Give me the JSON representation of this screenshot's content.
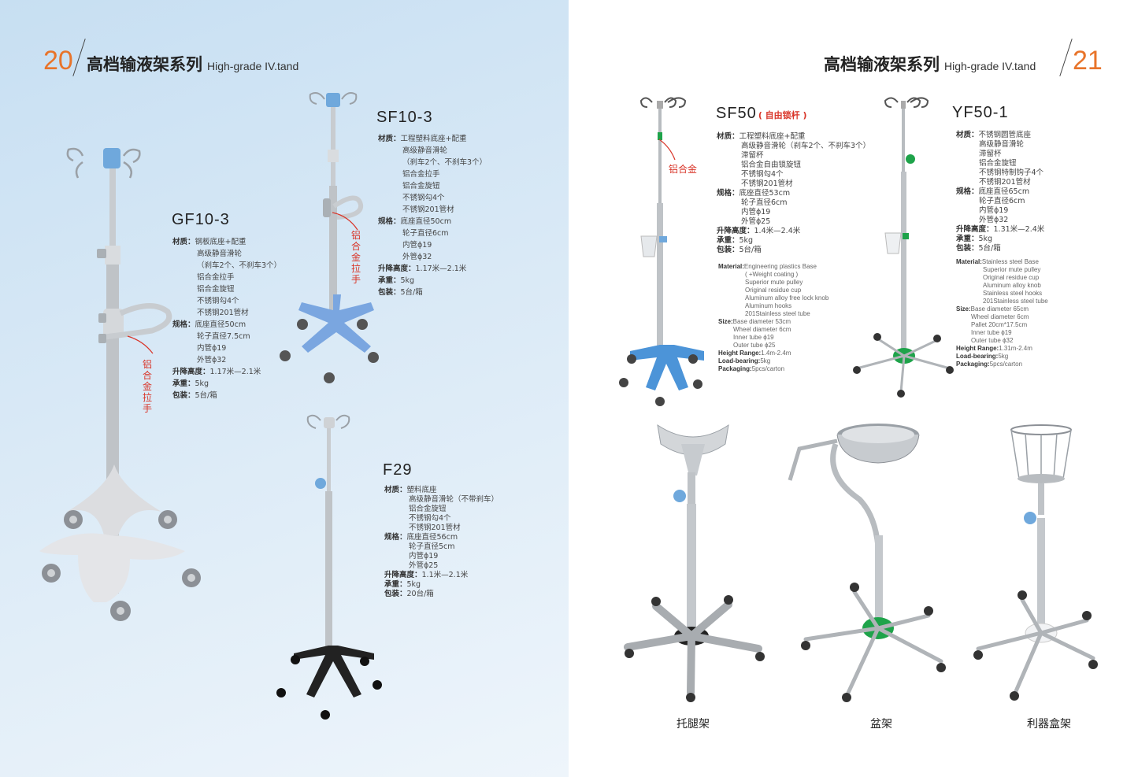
{
  "left_page": {
    "page_number": "20",
    "title_cn": "高档输液架系列",
    "title_en": "High-grade IV.tand"
  },
  "right_page": {
    "page_number": "21",
    "title_cn": "高档输液架系列",
    "title_en": "High-grade IV.tand"
  },
  "products": {
    "gf10_3": {
      "model": "GF10-3",
      "callout": "铝合金拉手",
      "material_key": "材质：",
      "material": [
        "钢板底座+配重",
        "高级静音滑轮",
        "（刹车2个、不刹车3个）",
        "铝合金拉手",
        "铝合金旋钮",
        "不锈钢勾4个",
        "不锈钢201管材"
      ],
      "spec_key": "规格：",
      "spec": [
        "底座直径50cm",
        "轮子直径7.5cm",
        "内管ϕ19",
        "外管ϕ32"
      ],
      "height_key": "升降高度：",
      "height": "1.17米—2.1米",
      "load_key": "承重：",
      "load": "5kg",
      "pack_key": "包装：",
      "pack": "5台/箱"
    },
    "sf10_3": {
      "model": "SF10-3",
      "callout": "铝合金拉手",
      "material_key": "材质：",
      "material": [
        "工程塑料底座+配重",
        "高级静音滑轮",
        "（刹车2个、不刹车3个）",
        "铝合金拉手",
        "铝合金旋钮",
        "不锈钢勾4个",
        "不锈钢201管材"
      ],
      "spec_key": "规格：",
      "spec": [
        "底座直径50cm",
        "轮子直径6cm",
        "内管ϕ19",
        "外管ϕ32"
      ],
      "height_key": "升降高度：",
      "height": "1.17米—2.1米",
      "load_key": "承重：",
      "load": "5kg",
      "pack_key": "包装：",
      "pack": "5台/箱"
    },
    "f29": {
      "model": "F29",
      "material_key": "材质：",
      "material": [
        "塑料底座",
        "高级静音滑轮（不带刹车）",
        "铝合金旋钮",
        "不锈钢勾4个",
        "不锈钢201管材"
      ],
      "spec_key": "规格：",
      "spec": [
        "底座直径56cm",
        "轮子直径5cm",
        "内管ϕ19",
        "外管ϕ25"
      ],
      "height_key": "升降高度：",
      "height": "1.1米—2.1米",
      "load_key": "承重：",
      "load": "5kg",
      "pack_key": "包装：",
      "pack": "20台/箱"
    },
    "sf50": {
      "model": "SF50",
      "model_sub": "( 自由锁杆 )",
      "callout": "铝合金",
      "material_key": "材质：",
      "material": [
        "工程塑料底座+配重",
        "高级静音滑轮（刹车2个、不刹车3个）",
        "滞留杯",
        "铝合金自由锁旋钮",
        "不锈钢勾4个",
        "不锈钢201管材"
      ],
      "spec_key": "规格：",
      "spec": [
        "底座直径53cm",
        "轮子直径6cm",
        "内管ϕ19",
        "外管ϕ25"
      ],
      "height_key": "升降高度：",
      "height": "1.4米—2.4米",
      "load_key": "承重：",
      "load": "5kg",
      "pack_key": "包装：",
      "pack": "5台/箱",
      "en": {
        "material_key": "Material:",
        "material": [
          "Engineering plastics Base",
          "( +Weight coating )",
          "Superior mute pulley",
          "Original residue cup",
          "Aluminum alloy free lock knob",
          "Aluminum hooks",
          "201Stainless steel tube"
        ],
        "size_key": "Size:",
        "size": [
          "Base diameter 53cm",
          "Wheel diameter 6cm",
          "Inner tube ϕ19",
          "Outer tube ϕ25"
        ],
        "height_key": "Height Range:",
        "height": "1.4m-2.4m",
        "load_key": "Load-bearing:",
        "load": "5kg",
        "pack_key": "Packaging:",
        "pack": "5pcs/carton"
      }
    },
    "yf50_1": {
      "model": "YF50-1",
      "material_key": "材质：",
      "material": [
        "不锈钢圆管底座",
        "高级静音滑轮",
        "滞留杯",
        "铝合金旋钮",
        "不锈钢特制钩子4个",
        "不锈钢201管材"
      ],
      "spec_key": "规格：",
      "spec": [
        "底座直径65cm",
        "轮子直径6cm",
        "内管ϕ19",
        "外管ϕ32"
      ],
      "height_key": "升降高度：",
      "height": "1.31米—2.4米",
      "load_key": "承重：",
      "load": "5kg",
      "pack_key": "包装：",
      "pack": "5台/箱",
      "en": {
        "material_key": "Material:",
        "material": [
          "Stainless steel Base",
          "Superior mute pulley",
          "Original residue cup",
          "Aluminum alloy knob",
          "Stainless steel hooks",
          "201Stainless steel tube"
        ],
        "size_key": "Size:",
        "size": [
          "Base diameter 65cm",
          "Wheel diameter 6cm",
          "Pallet 20cm*17.5cm",
          "Inner tube ϕ19",
          "Outer tube ϕ32"
        ],
        "height_key": "Height Range:",
        "height": "1.31m-2.4m",
        "load_key": "Load-bearing:",
        "load": "5kg",
        "pack_key": "Packaging:",
        "pack": "5pcs/carton"
      }
    }
  },
  "captions": [
    "托腿架",
    "盆架",
    "利器盒架"
  ],
  "colors": {
    "accent": "#e8742a",
    "callout": "#d9362a",
    "steel": "#b8bcc0",
    "blue_plastic": "#6fa8dc",
    "green_hub": "#1ea34a"
  }
}
